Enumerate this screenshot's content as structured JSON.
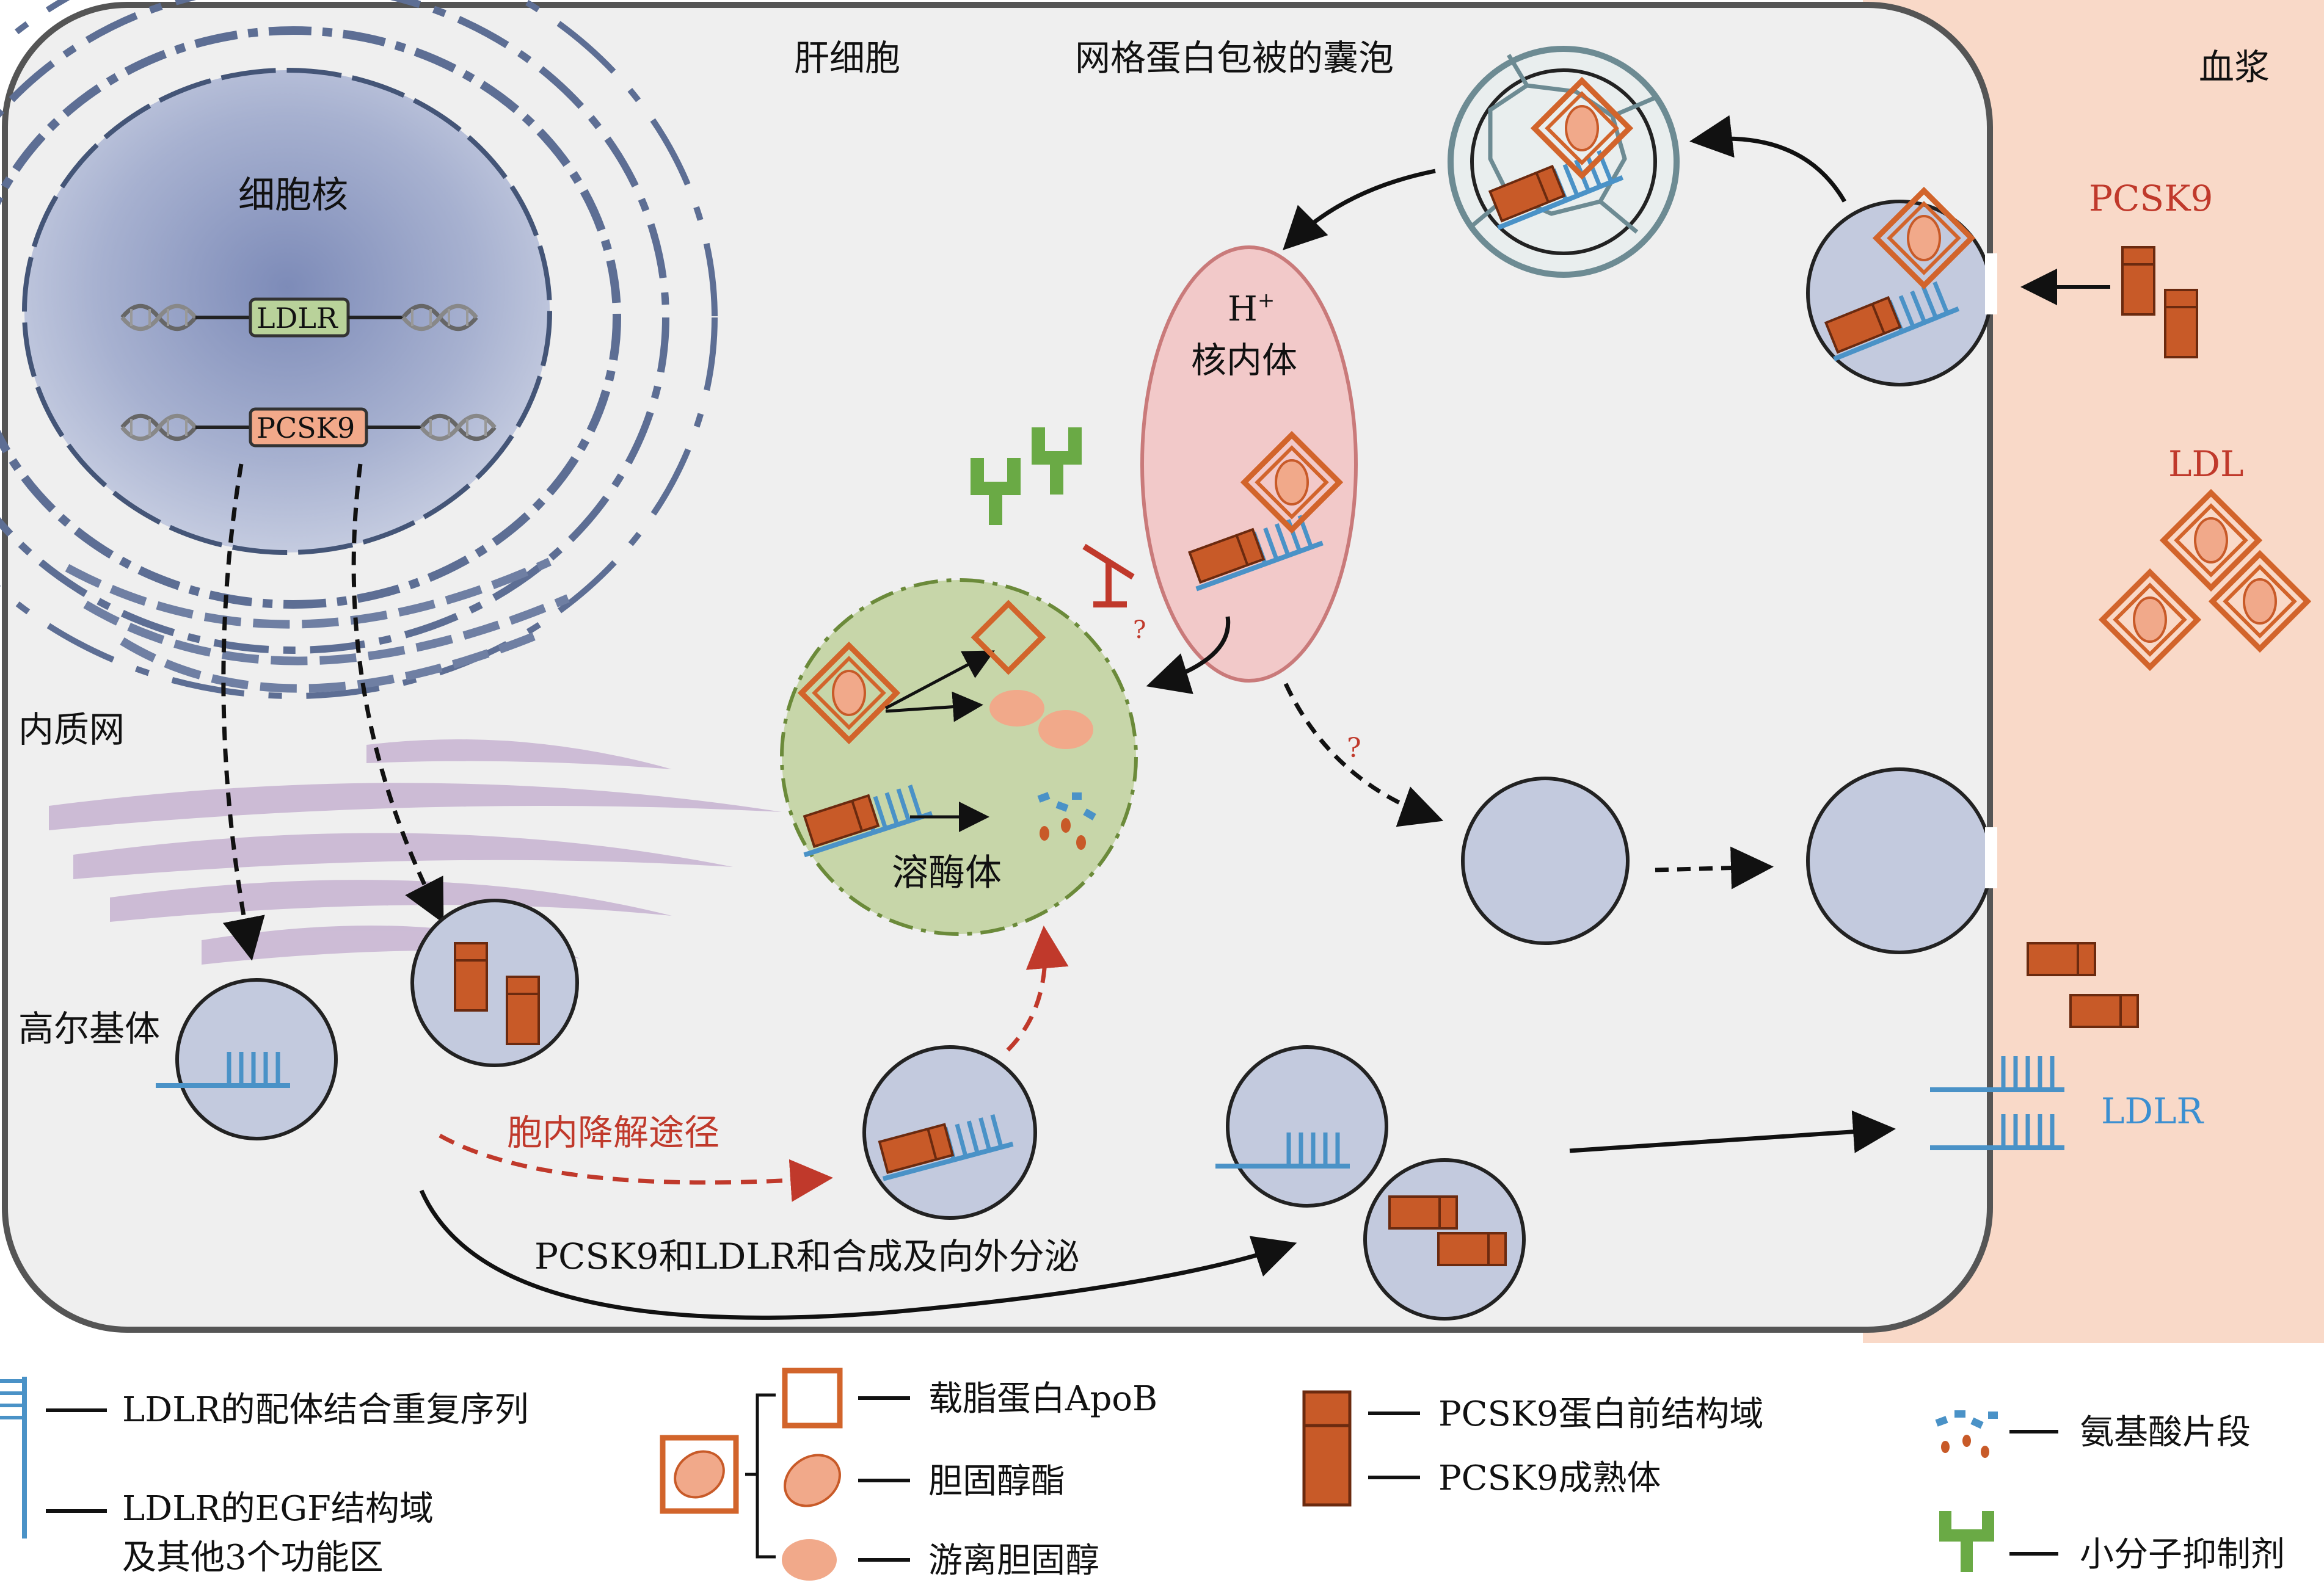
{
  "labels": {
    "hepatocyte": "肝细胞",
    "clathrin_vesicle": "网格蛋白包被的囊泡",
    "plasma": "血浆",
    "nucleus": "细胞核",
    "ldlr_gene": "LDLR",
    "pcsk9_gene": "PCSK9",
    "er": "内质网",
    "golgi": "高尔基体",
    "endosome_h": "H",
    "endosome_sup": "+",
    "endosome": "核内体",
    "lysosome": "溶酶体",
    "pcsk9_plasma": "PCSK9",
    "ldl_plasma": "LDL",
    "ldlr_plasma": "LDLR",
    "question": "?",
    "degradation_pathway": "胞内降解途径",
    "secretion_pathway": "PCSK9和LDLR和合成及向外分泌"
  },
  "legend": {
    "ldlr_ligand_repeat": "LDLR的配体结合重复序列",
    "ldlr_egf_line1": "LDLR的EGF结构域",
    "ldlr_egf_line2": "及其他3个功能区",
    "apob": "载脂蛋白ApoB",
    "cholesteryl_ester": "胆固醇酯",
    "free_cholesterol": "游离胆固醇",
    "pcsk9_prodomain": "PCSK9蛋白前结构域",
    "pcsk9_mature": "PCSK9成熟体",
    "amino_acid_fragments": "氨基酸片段",
    "small_molecule_inhibitor": "小分子抑制剂"
  },
  "colors": {
    "plasma_bg": "#f9d9c8",
    "cell_bg": "#efefef",
    "cell_border": "#555555",
    "nucleus": "#9aa6c8",
    "vesicle": "#c3cade",
    "endosome": "#f2c9c9",
    "lysosome": "#c7d6a9",
    "golgi": "#c9b6d3",
    "pcsk9": "#c85a28",
    "apob": "#d2642b",
    "cholesterol": "#f1a98a",
    "ldlr": "#4a92c7",
    "inhibitor": "#6aaa45",
    "red_label": "#c0392b"
  }
}
